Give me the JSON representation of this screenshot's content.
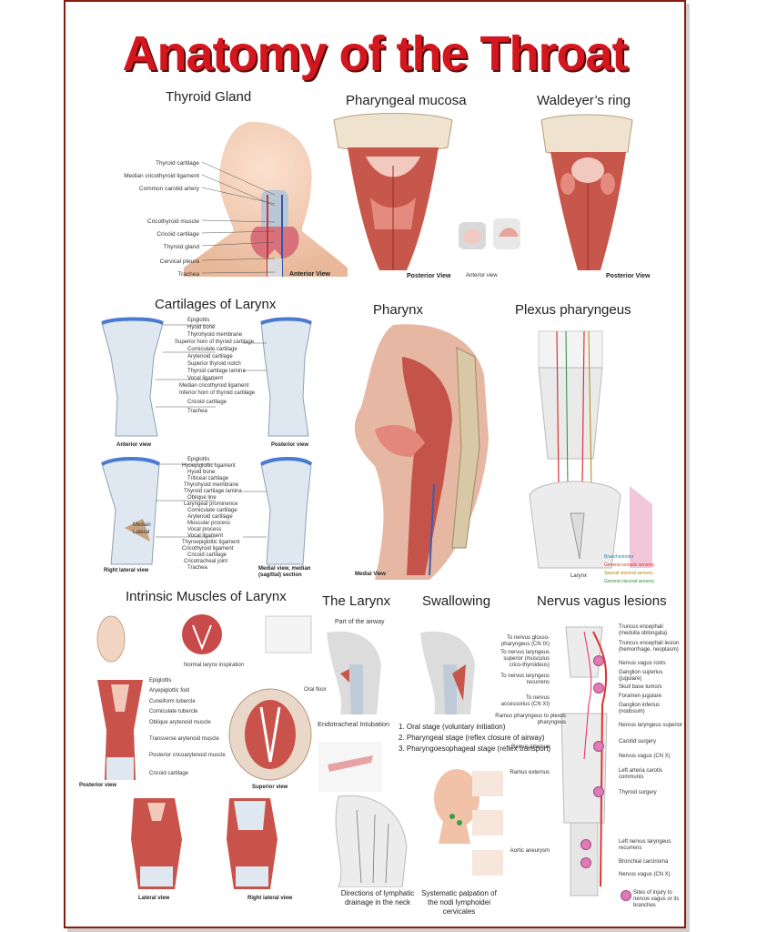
{
  "title": "Anatomy of the Throat",
  "sections": {
    "thyroid": {
      "heading": "Thyroid Gland",
      "labels": [
        "Thyroid cartilage",
        "Median cricothyroid ligament",
        "Common carotid artery",
        "Cricothyroid muscle",
        "Cricoid cartilage",
        "Thyroid gland",
        "Cervical pleura",
        "Trachea"
      ],
      "view": "Anterior View"
    },
    "pharyngeal_mucosa": {
      "heading": "Pharyngeal mucosa",
      "view": "Posterior View",
      "sub_view": "Anterior view"
    },
    "waldeyer": {
      "heading": "Waldeyer’s ring",
      "view": "Posterior View"
    },
    "cartilages": {
      "heading": "Cartilages of Larynx",
      "labels_top": [
        "Epiglottis",
        "Hyoid bone",
        "Thyrohyoid membrane",
        "Superior horn of thyroid cartilage",
        "Corniculate cartilage",
        "Arytenoid cartilage",
        "Superior thyroid notch",
        "Thyroid cartilage lamina",
        "Vocal ligament",
        "Median cricothyroid ligament",
        "Inferior horn of thyroid cartilage",
        "Cricoid cartilage",
        "Trachea"
      ],
      "view_a": "Anterior view",
      "view_b": "Posterior view",
      "labels_bottom": [
        "Epiglottis",
        "Hyoepiglottic ligament",
        "Hyoid bone",
        "Triticeal cartilage",
        "Thyrohyoid membrane",
        "Thyroid cartilage lamina",
        "Oblique line",
        "Laryngeal prominence",
        "Corniculate cartilage",
        "Arytenoid cartilage",
        "Muscular process",
        "Vocal process",
        "Vocal ligament",
        "Thyroepiglottic ligament",
        "Cricothyroid ligament",
        "Cricoid cartilage",
        "Cricotracheal joint",
        "Trachea"
      ],
      "view_c": "Right lateral view",
      "view_d": "Medial view, median (sagittal) section",
      "median": "Median",
      "lateral": "Lateral"
    },
    "pharynx": {
      "heading": "Pharynx",
      "view": "Medial View"
    },
    "plexus": {
      "heading": "Plexus pharyngeus",
      "legend": [
        "Branchiomotor",
        "General somatic sensory",
        "Special visceral sensory",
        "General visceral sensory"
      ],
      "bottom": "Larynx"
    },
    "intrinsic": {
      "heading": "Intrinsic Muscles of Larynx",
      "labels": [
        "Epiglottis",
        "Aryepiglottic fold",
        "Cuneiform tubercle",
        "Corniculate tubercle",
        "Oblique arytenoid muscle",
        "Transverse arytenoid muscle",
        "Posterior cricoarytenoid muscle",
        "Cricoid cartilage"
      ],
      "view_a": "Posterior view",
      "view_b": "Superior view",
      "view_c": "Lateral view",
      "view_d": "Right lateral view",
      "sub_caption": "Normal larynx inspiration"
    },
    "larynx": {
      "heading": "The Larynx",
      "sub": "Part of the airway",
      "intubation": "Endotracheal Intubation",
      "lymph": "Directions of lymphatic drainage in the neck"
    },
    "swallowing": {
      "heading": "Swallowing",
      "stages": [
        "1. Oral stage (voluntary initiation)",
        "2. Pharyngeal stage (reflex closure of airway)",
        "3. Pharyngoesophageal stage (reflex transport)"
      ],
      "palpation": "Systematic palpation of the nodi lymphoidei cervicales"
    },
    "vagus": {
      "heading": "Nervus vagus lesions",
      "left_labels": [
        "To nervus glosso-pharyngeus (CN IX)",
        "To nervus laryngeus superior (musculus crico-thyroideus)",
        "To nervus laryngeus recurrens",
        "To nervus accessorius (CN XI)",
        "Ramus pharyngeus to plexus pharyngeus",
        "Ramus internus",
        "Ramus externus",
        "Aortic aneurysm"
      ],
      "right_labels": [
        "Truncus encephali (medulla oblongata)",
        "Truncus encephali lesion (hemorrhage, neoplasm)",
        "Nervus vagus roots",
        "Ganglion superius (jugulare)",
        "Skull base tumors",
        "Foramen jugulare",
        "Ganglion inferius (nodosum)",
        "Nervus laryngeus superior",
        "Carotid surgery",
        "Nervus vagus (CN X)",
        "Left arteria carotis communis",
        "Thyroid surgery",
        "Left nervus laryngeus recurrens",
        "Bronchial carcinoma",
        "Nervus vagus (CN X)",
        "Sites of injury to nervus vagus or its branches"
      ]
    }
  },
  "colors": {
    "title": "#d4161e",
    "frame": "#8a1b0f",
    "muscle": "#c9534a",
    "cartilage": "#dfe7f0",
    "injury": "#e07ab5"
  }
}
